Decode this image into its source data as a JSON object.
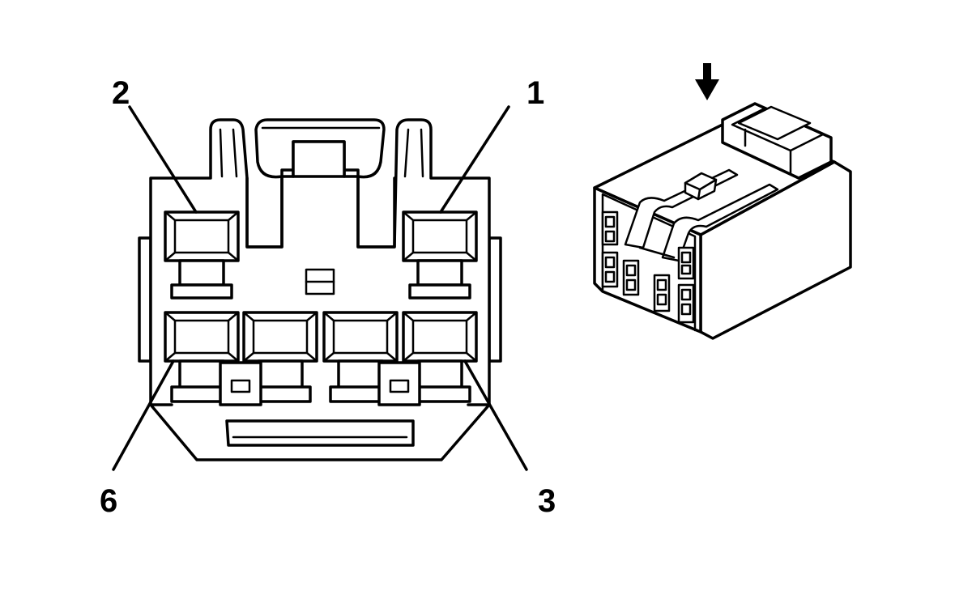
{
  "diagram": {
    "pin_labels": {
      "pin_1": "1",
      "pin_2": "2",
      "pin_3": "3",
      "pin_6": "6"
    },
    "icons": {
      "view_direction_arrow": "arrow-down-icon"
    }
  }
}
